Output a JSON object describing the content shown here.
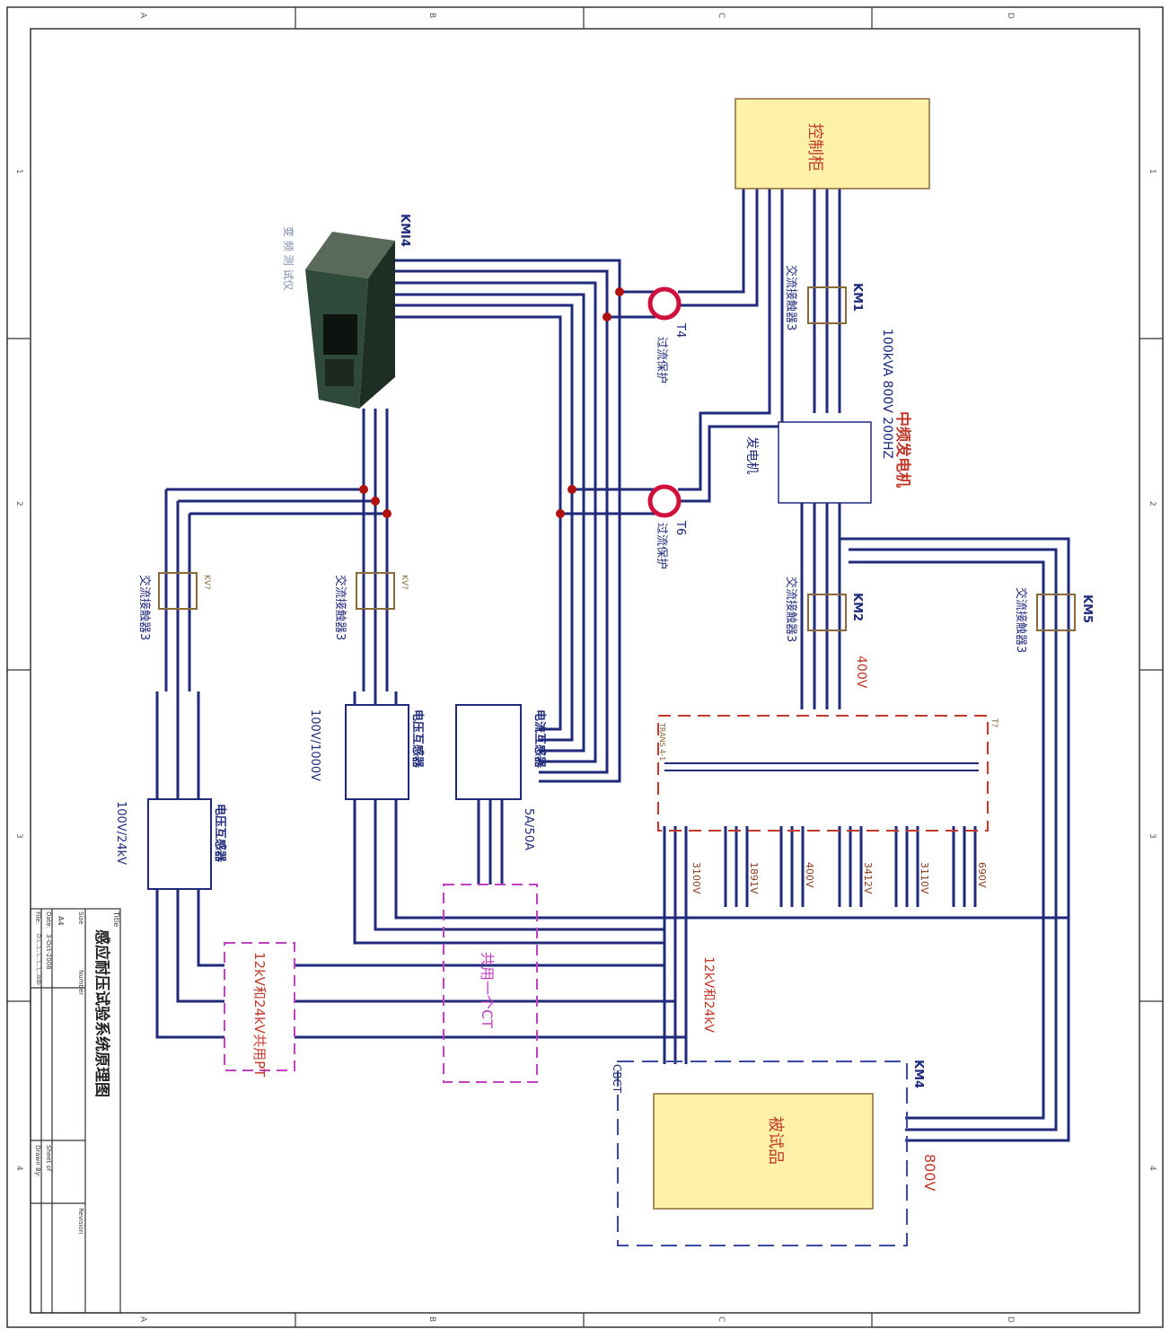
{
  "colors": {
    "wire": "#1f2a7a",
    "label_blue": "#1f2a7a",
    "label_red": "#c0392b",
    "box_fill": "#fff2a8",
    "box_border": "#8a6a3a",
    "dash_red": "#c0392b",
    "dash_magenta": "#c040c0",
    "dash_blue": "#3a4aa0",
    "node": "#b01010",
    "ct_ring": "#d0103a"
  },
  "title_block": {
    "title": "感应耐压试验系统原理图",
    "header_title": "Title",
    "size_label": "Size",
    "size_value": "A4",
    "number_label": "Number",
    "revision_label": "Revision",
    "date_label": "Date:",
    "date_value": "3-Oct-2008",
    "file_label": "File:",
    "file_value": "D:\\...\\...\\...\\...\\...ddb",
    "sheet_label": "Sheet of",
    "drawn_label": "Drawn By:"
  },
  "boxes": {
    "control_cabinet": "控制柜",
    "test_object": "被试品",
    "generator": "发电机"
  },
  "labels": {
    "generator_title": "中频发电机",
    "generator_rating": "100kVA 800V 200HZ",
    "v400": "400V",
    "v800": "800V",
    "v12_24": "12kV和24kV",
    "shared_pt": "12kV和24kV共用PT",
    "shared_ct": "共用一个CT",
    "instrument": "变 频 测 试仪",
    "kmi4": "KMI4",
    "km1": "KM1",
    "km2": "KM2",
    "km5": "KM5",
    "km4": "KM4",
    "ac_contactor": "交流接触器3",
    "t4": "T4",
    "t6": "T6",
    "overcurrent": "过流保护",
    "vt_label": "电压互感器",
    "vt_ratio_1": "100V/1000V",
    "vt_ratio_2": "100V/24kV",
    "ct_label": "电流互感器",
    "ct_ratio": "5A/50A",
    "taps": [
      "3100V",
      "1891V",
      "400V",
      "3412V",
      "3110V",
      "690V"
    ],
    "trans_label": "TRANS 4-1",
    "cap_label": "CBCT",
    "t_label": "T?",
    "kv_small": "KV?"
  },
  "frame": {
    "top_cols": [
      "A",
      "B",
      "C",
      "D"
    ],
    "side_rows": [
      "1",
      "2",
      "3",
      "4"
    ]
  }
}
